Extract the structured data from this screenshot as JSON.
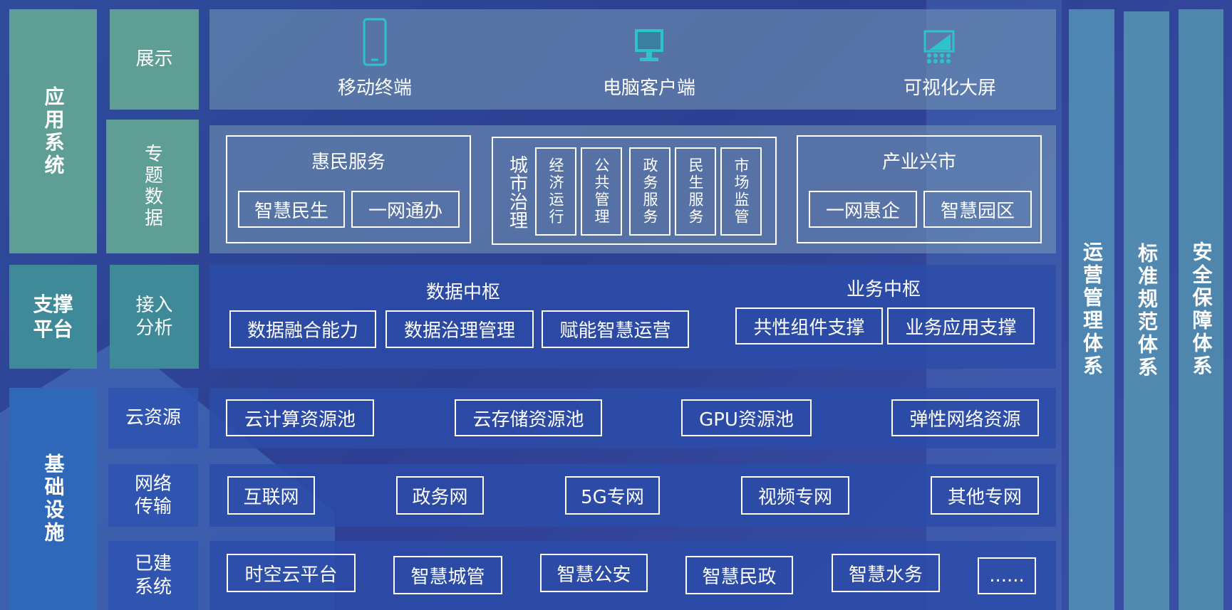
{
  "layers": {
    "application": "应用系统",
    "support": "支撑平台",
    "infrastructure": "基础设施"
  },
  "sublabels": {
    "display": "展示",
    "topic_data": "专题数据",
    "access_analysis": "接入\n分析",
    "cloud": "云资源",
    "network": "网络\n传输",
    "built": "已建\n系统"
  },
  "display_items": [
    "移动终端",
    "电脑客户端",
    "可视化大屏"
  ],
  "icons": [
    "mobile-phone-icon",
    "desktop-monitor-icon",
    "big-screen-icon"
  ],
  "topic": {
    "huimin": {
      "title": "惠民服务",
      "items": [
        "智慧民生",
        "一网通办"
      ]
    },
    "city": {
      "title": "城市治理",
      "items": [
        "经济运行",
        "公共管理",
        "政务服务",
        "民生服务",
        "市场监管"
      ]
    },
    "industry": {
      "title": "产业兴市",
      "items": [
        "一网惠企",
        "智慧园区"
      ]
    }
  },
  "support": {
    "data_hub": {
      "title": "数据中枢",
      "items": [
        "数据融合能力",
        "数据治理管理",
        "赋能智慧运营"
      ]
    },
    "biz_hub": {
      "title": "业务中枢",
      "items": [
        "共性组件支撑",
        "业务应用支撑"
      ]
    }
  },
  "cloud_items": [
    "云计算资源池",
    "云存储资源池",
    "GPU资源池",
    "弹性网络资源"
  ],
  "network_items": [
    "互联网",
    "政务网",
    "5G专网",
    "视频专网",
    "其他专网"
  ],
  "built_items": [
    "时空云平台",
    "智慧城管",
    "智慧公安",
    "智慧民政",
    "智慧水务",
    "......"
  ],
  "pillars": [
    "运营管理体系",
    "标准规范体系",
    "安全保障体系"
  ],
  "colors": {
    "green": "#5e9e95",
    "teal": "#3f8a98",
    "blue": "#2f68b8",
    "pillar": "#4f7fb0"
  }
}
